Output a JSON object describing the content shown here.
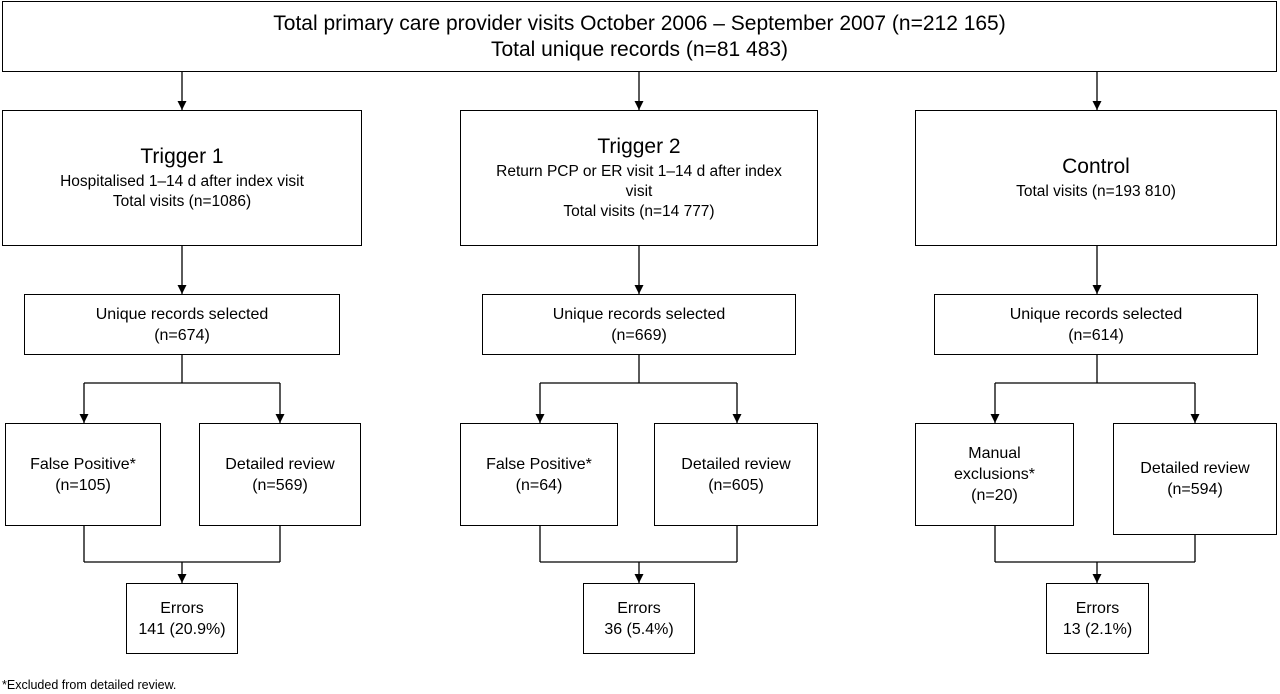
{
  "top": {
    "line1": "Total primary care provider visits October 2006 – September 2007 (n=212 165)",
    "line2": "Total unique records (n=81 483)"
  },
  "trigger1": {
    "title": "Trigger 1",
    "desc": "Hospitalised 1–14 d after index visit",
    "total": "Total visits (n=1086)",
    "unique_label": "Unique records selected",
    "unique_n": "(n=674)",
    "fp_label": "False Positive*",
    "fp_n": "(n=105)",
    "review_label": "Detailed review",
    "review_n": "(n=569)",
    "errors_label": "Errors",
    "errors_n": "141 (20.9%)"
  },
  "trigger2": {
    "title": "Trigger 2",
    "desc_line1": "Return PCP or ER visit 1–14 d after index",
    "desc_line2": "visit",
    "total": "Total visits (n=14 777)",
    "unique_label": "Unique records selected",
    "unique_n": "(n=669)",
    "fp_label": "False Positive*",
    "fp_n": "(n=64)",
    "review_label": "Detailed review",
    "review_n": "(n=605)",
    "errors_label": "Errors",
    "errors_n": "36 (5.4%)"
  },
  "control": {
    "title": "Control",
    "total": "Total visits (n=193 810)",
    "unique_label": "Unique records selected",
    "unique_n": "(n=614)",
    "excl_line1": "Manual",
    "excl_line2": "exclusions*",
    "excl_n": "(n=20)",
    "review_label": "Detailed review",
    "review_n": "(n=594)",
    "errors_label": "Errors",
    "errors_n": "13 (2.1%)"
  },
  "footnote": "*Excluded from detailed review."
}
